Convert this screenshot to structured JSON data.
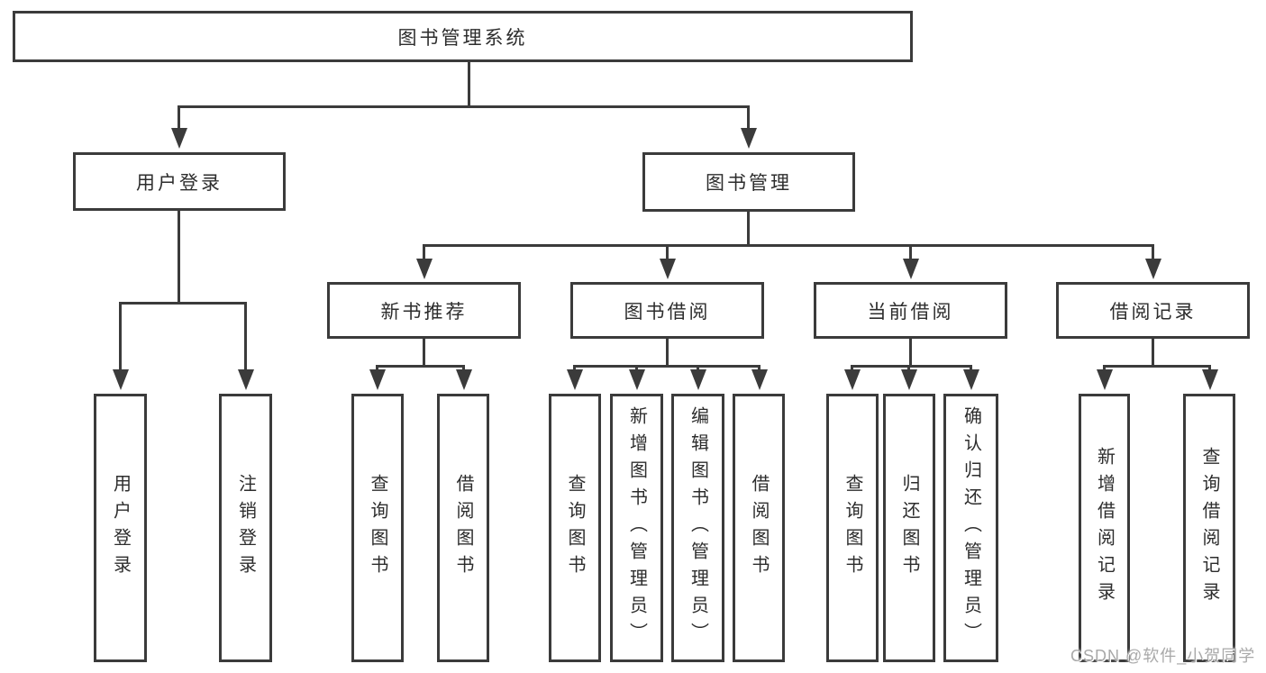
{
  "diagram": {
    "title": "图书管理系统",
    "nodes": {
      "root": "图书管理系统",
      "branches": [
        {
          "label": "用户登录",
          "leaves": [
            "用户登录",
            "注销登录"
          ]
        },
        {
          "label": "图书管理",
          "groups": [
            {
              "label": "新书推荐",
              "leaves": [
                "查询图书",
                "借阅图书"
              ]
            },
            {
              "label": "图书借阅",
              "leaves": [
                "查询图书",
                "新增图书（管理员）",
                "编辑图书（管理员）",
                "借阅图书"
              ]
            },
            {
              "label": "当前借阅",
              "leaves": [
                "查询图书",
                "归还图书",
                "确认归还（管理员）"
              ]
            },
            {
              "label": "借阅记录",
              "leaves": [
                "新增借阅记录",
                "查询借阅记录"
              ]
            }
          ]
        }
      ]
    }
  },
  "watermark": {
    "text": "CSDN @软件_小贺同学"
  },
  "colors": {
    "line": "#3b3b3b",
    "text": "#2d2d2d",
    "node_background": "#ffffff",
    "watermark": "#a9a9a9",
    "page_background": "#ffffff"
  }
}
